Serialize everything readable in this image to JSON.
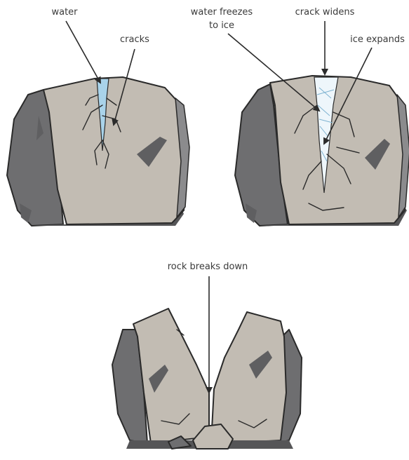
{
  "labels": {
    "water": "water",
    "cracks": "cracks",
    "water_freezes_line1": "water freezes",
    "water_freezes_line2": "to ice",
    "crack_widens": "crack widens",
    "ice_expands": "ice expands",
    "rock_breaks_down": "rock breaks down"
  },
  "colors": {
    "rock_face": "#c2bcb3",
    "rock_side": "#6e6e70",
    "water": "#a9d3ea",
    "ice": "#eef6fb",
    "outline": "#2a2a2a"
  }
}
